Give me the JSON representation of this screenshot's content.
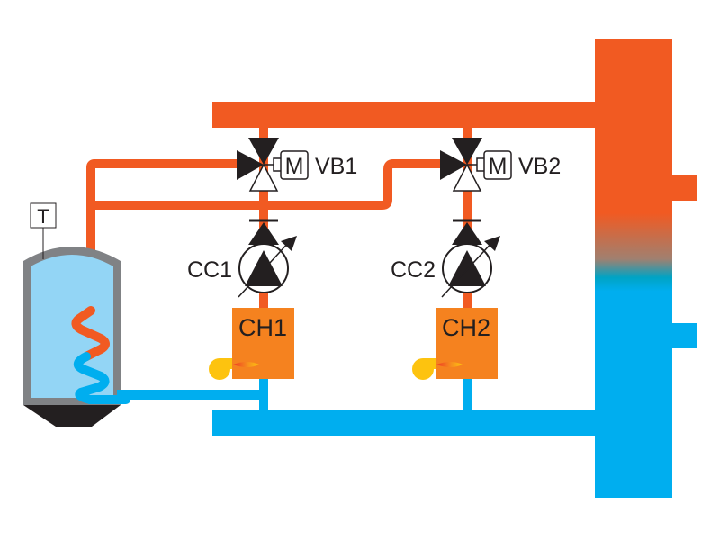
{
  "diagram": {
    "type": "hydraulic schematic",
    "colors": {
      "hot": "#F15A22",
      "cold": "#00AEEF",
      "boiler": "#F5821F",
      "burner": "#FDC30F",
      "tank_water": "#93D5F5",
      "tank_shell": "#808285",
      "tank_base": "#231F20",
      "symbol": "#231F20"
    },
    "tank": {
      "sensor_label": "T"
    },
    "circuits": [
      {
        "valve_label": "VB1",
        "motor_label": "M",
        "pump_label": "CC1",
        "boiler_label": "CH1"
      },
      {
        "valve_label": "VB2",
        "motor_label": "M",
        "pump_label": "CC2",
        "boiler_label": "CH2"
      }
    ]
  }
}
